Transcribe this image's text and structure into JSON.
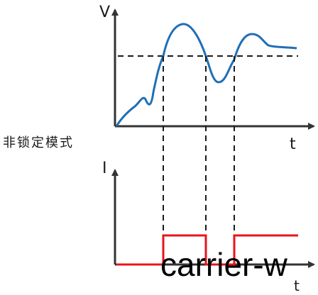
{
  "diagram": {
    "mode_label": "非锁定模式",
    "top_axis": {
      "y_label": "V",
      "x_label": "t"
    },
    "bottom_axis": {
      "y_label": "I",
      "x_label": "t"
    },
    "overlay_text": "carrier-w",
    "colors": {
      "axis": "#333333",
      "voltage_curve": "#1f6fb5",
      "threshold": "#1a1a1a",
      "current_signal": "#e8141c",
      "text": "#1a1a1a"
    }
  }
}
